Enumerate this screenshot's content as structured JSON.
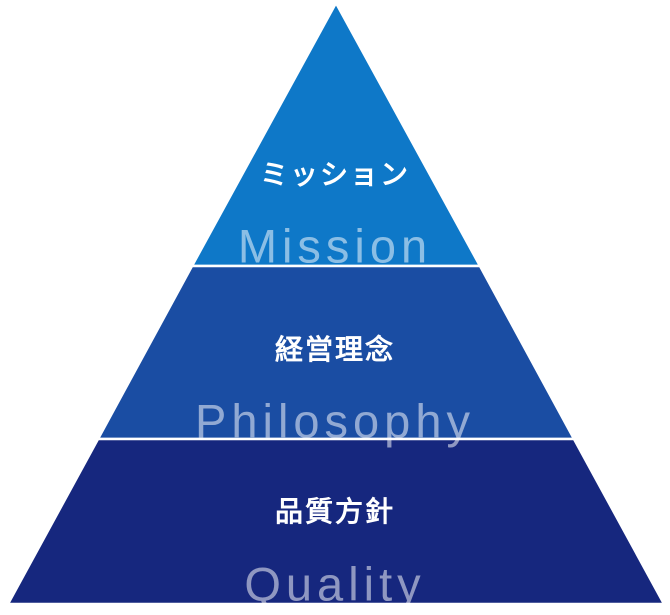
{
  "pyramid": {
    "background": "#ffffff",
    "separator_color": "#ffffff",
    "jp_label_color": "#ffffff",
    "en_label_color": "rgba(255,255,255,0.52)",
    "tiers": [
      {
        "label_jp": "ミッション",
        "label_en": "Mission",
        "fill": "#0e78c8"
      },
      {
        "label_jp": "経営理念",
        "label_en": "Philosophy",
        "fill": "#1a4da3"
      },
      {
        "label_jp": "品質方針",
        "label_en": "Quality",
        "fill": "#16277e"
      }
    ]
  }
}
